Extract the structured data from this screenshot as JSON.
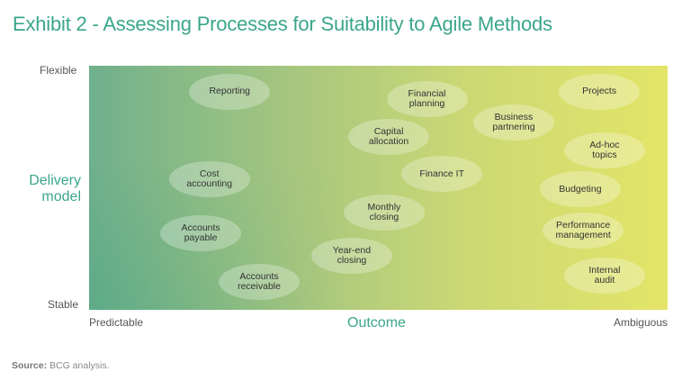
{
  "chart_data": {
    "type": "scatter",
    "title": "Exhibit 2 - Assessing Processes for Suitability to Agile Methods",
    "xlabel": "Outcome",
    "ylabel": "Delivery model",
    "x_ticks": [
      "Predictable",
      "Ambiguous"
    ],
    "y_ticks": [
      "Flexible",
      "Stable"
    ],
    "xlim": [
      0,
      100
    ],
    "ylim": [
      0,
      100
    ],
    "colors": {
      "left": "#6fb08c",
      "right": "#e3e568",
      "accent": "#3aa68a"
    },
    "points": [
      {
        "label": "Reporting",
        "x": 24.3,
        "y": 89.3
      },
      {
        "label": "Financial\nplanning",
        "x": 58.4,
        "y": 86.3
      },
      {
        "label": "Projects",
        "x": 88.2,
        "y": 89.3
      },
      {
        "label": "Business\npartnering",
        "x": 73.4,
        "y": 76.8
      },
      {
        "label": "Capital\nallocation",
        "x": 51.8,
        "y": 70.8
      },
      {
        "label": "Ad-hoc\ntopics",
        "x": 89.1,
        "y": 65.3
      },
      {
        "label": "Cost\naccounting",
        "x": 20.8,
        "y": 53.5
      },
      {
        "label": "Finance IT",
        "x": 61.0,
        "y": 55.7
      },
      {
        "label": "Budgeting",
        "x": 84.9,
        "y": 49.4
      },
      {
        "label": "Monthly\nclosing",
        "x": 51.0,
        "y": 39.9
      },
      {
        "label": "Accounts\npayable",
        "x": 19.3,
        "y": 31.4
      },
      {
        "label": "Performance\nmanagement",
        "x": 85.4,
        "y": 32.5
      },
      {
        "label": "Year-end\nclosing",
        "x": 45.4,
        "y": 22.1
      },
      {
        "label": "Accounts\nreceivable",
        "x": 29.4,
        "y": 11.4
      },
      {
        "label": "Internal\naudit",
        "x": 89.1,
        "y": 14.0
      }
    ]
  },
  "ytitle": "Delivery\nmodel",
  "source_label": "Source:",
  "source_text": " BCG analysis."
}
